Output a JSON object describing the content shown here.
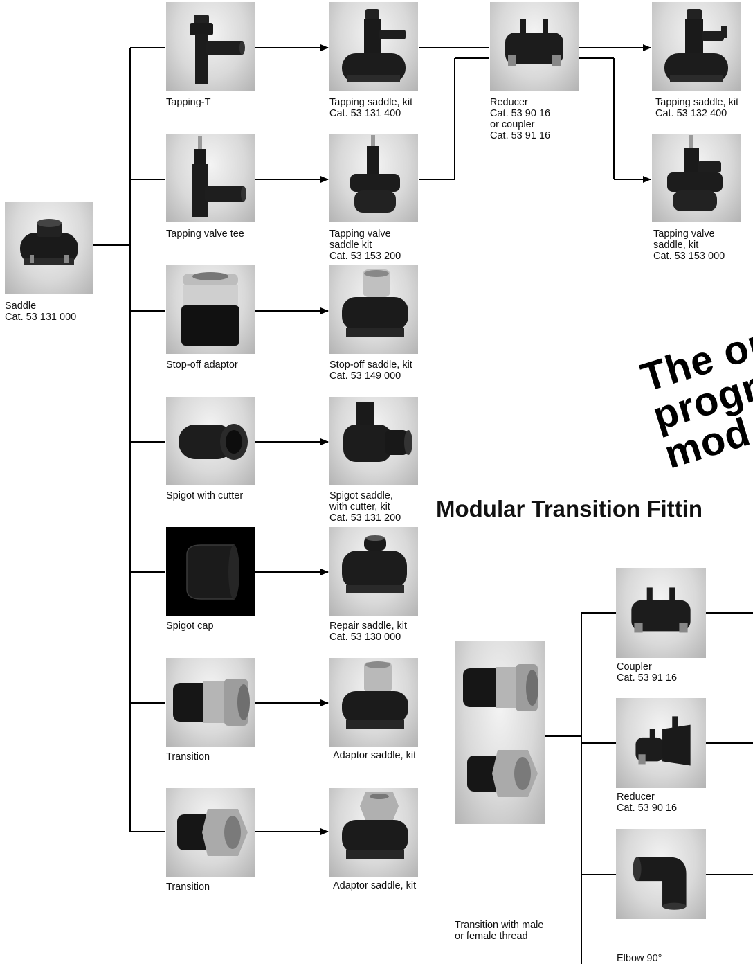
{
  "captions": {
    "saddle": "Saddle\nCat. 53 131 000",
    "tapping_t": "Tapping-T",
    "tapping_valve_tee": "Tapping valve tee",
    "stop_off_adaptor": "Stop-off adaptor",
    "spigot_with_cutter": "Spigot with cutter",
    "spigot_cap": "Spigot cap",
    "transition_male": "Transition",
    "transition_female": "Transition",
    "tapping_saddle_kit_1": "Tapping saddle, kit\nCat. 53 131 400",
    "tapping_valve_saddle_kit_1": "Tapping valve\nsaddle kit\nCat. 53 153 200",
    "stop_off_saddle_kit": "Stop-off saddle, kit\nCat. 53 149 000",
    "spigot_saddle_kit": "Spigot saddle,\nwith cutter, kit\nCat. 53 131 200",
    "repair_saddle_kit": "Repair saddle, kit\nCat. 53 130 000",
    "adaptor_saddle_kit_1": "Adaptor saddle, kit",
    "adaptor_saddle_kit_2": "Adaptor saddle, kit",
    "reducer_or_coupler": "Reducer\nCat. 53 90 16\nor coupler\nCat. 53 91 16",
    "tapping_saddle_kit_2": "Tapping saddle, kit\nCat. 53 132 400",
    "tapping_valve_saddle_kit_2": "Tapping valve\nsaddle, kit\nCat. 53 153 000",
    "coupler": "Coupler\nCat. 53 91 16",
    "reducer": "Reducer\nCat. 53 90 16",
    "transition_male_female": "Transition with male\nor female thread",
    "elbow": "Elbow 90°"
  },
  "slogan": "The onl\nprogra\nmod",
  "section_title": "Modular Transition Fittin",
  "colors": {
    "line": "#000000",
    "photo_bg": "#d9d9d9",
    "part": "#1a1a1a",
    "metal": "#a8a8a8"
  },
  "icons": {
    "saddle": "saddle-icon",
    "tapping_t": "tapping-tee-icon",
    "valve_tee": "valve-tee-icon",
    "stop_off": "stop-off-adaptor-icon",
    "spigot": "spigot-cutter-icon",
    "cap": "spigot-cap-icon",
    "transition_male": "transition-male-icon",
    "transition_female": "transition-female-icon",
    "coupler": "coupler-icon",
    "reducer": "reducer-icon",
    "elbow": "elbow-icon"
  }
}
